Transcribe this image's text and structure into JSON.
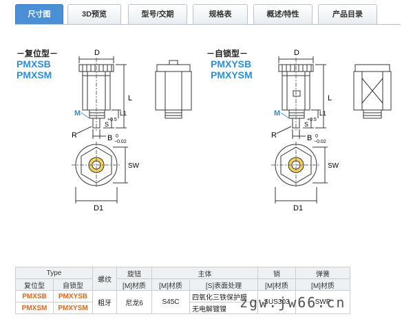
{
  "tabs": [
    {
      "label": "尺寸图",
      "active": true
    },
    {
      "label": "3D预览",
      "active": false
    },
    {
      "label": "型号/交期",
      "active": false
    },
    {
      "label": "规格表",
      "active": false
    },
    {
      "label": "概述/特性",
      "active": false
    },
    {
      "label": "产品目录",
      "active": false
    }
  ],
  "drawing": {
    "left": {
      "type_label": "－复位型－",
      "models": [
        "PMXSB",
        "PMXSM"
      ]
    },
    "right": {
      "type_label": "－自锁型－",
      "models": [
        "PMXYSB",
        "PMXYSM"
      ]
    },
    "dims": {
      "D": "D",
      "L": "L",
      "L1": "L1",
      "S": "S",
      "S_tol": "+0.5",
      "M": "M",
      "R": "R",
      "B": "B",
      "B_tol_top": "0",
      "B_tol_bottom": "−0.02",
      "SW": "SW",
      "D1": "D1"
    }
  },
  "table": {
    "header1": {
      "type": "Type",
      "thread": "螺纹",
      "knob": "旋钮",
      "body": "主体",
      "pin": "销",
      "spring": "弹簧"
    },
    "header2": {
      "reset": "复位型",
      "lock": "自锁型",
      "knob_mat": "[M]材质",
      "body_mat": "[M]材质",
      "body_surface": "[S]表面处理",
      "pin_mat": "[M]材质",
      "spring_mat": "[M]材质"
    },
    "rows": [
      {
        "reset": "PMXSB",
        "lock": "PMXYSB",
        "surface": "四氧化三铁保护膜"
      },
      {
        "reset": "PMXSM",
        "lock": "PMXYSM",
        "surface": "无电解镀镍"
      }
    ],
    "shared": {
      "thread": "粗牙",
      "knob": "尼龙6",
      "body": "S45C",
      "pin": "SUS303",
      "spring": "SWP"
    }
  },
  "watermark": "zgw.jw66.cn"
}
